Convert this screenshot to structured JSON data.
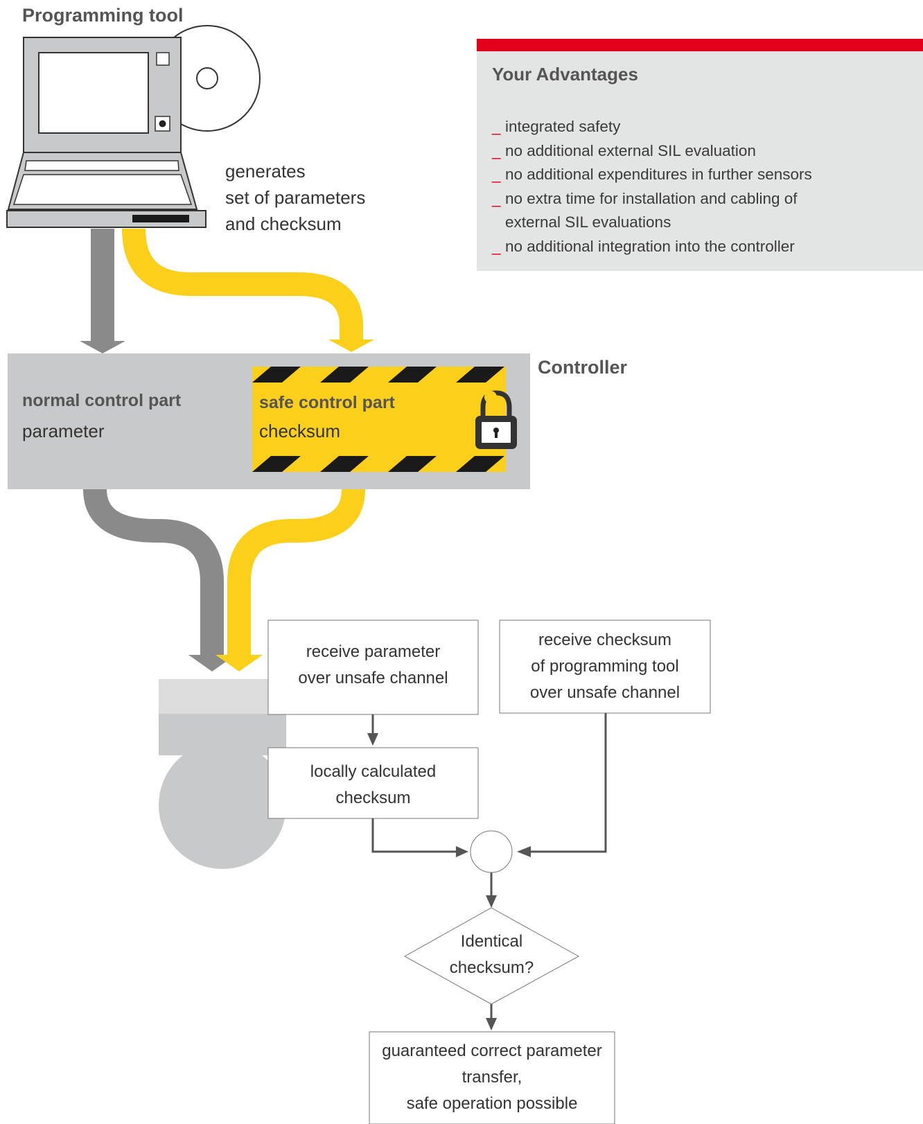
{
  "programming_tool": {
    "title": "Programming tool",
    "description_lines": [
      "generates",
      "set of parameters",
      "and checksum"
    ]
  },
  "advantages": {
    "accent_color": "#e2001a",
    "title": "Your Advantages",
    "items": [
      "integrated safety",
      "no additional external SIL evaluation",
      "no additional expenditures in further sensors",
      "no extra time for installation and cabling of external SIL evaluations",
      "no additional integration into the controller"
    ]
  },
  "controller": {
    "title": "Controller",
    "normal_part": {
      "title": "normal control part",
      "subtitle": "parameter"
    },
    "safe_part": {
      "title": "safe control part",
      "subtitle": "checksum",
      "color": "#fccf1a"
    }
  },
  "flow": {
    "receive_parameter": [
      "receive parameter",
      "over unsafe channel"
    ],
    "receive_checksum": [
      "receive checksum",
      "of programming tool",
      "over unsafe channel"
    ],
    "local_checksum": [
      "locally calculated",
      "checksum"
    ],
    "decision": [
      "Identical",
      "checksum?"
    ],
    "result": [
      "guaranteed correct parameter",
      "transfer,",
      "safe operation possible"
    ]
  },
  "colors": {
    "gray_flow": "#8a8a8b",
    "yellow_flow": "#fccf1a",
    "controller_bg": "#c8c9ca"
  }
}
